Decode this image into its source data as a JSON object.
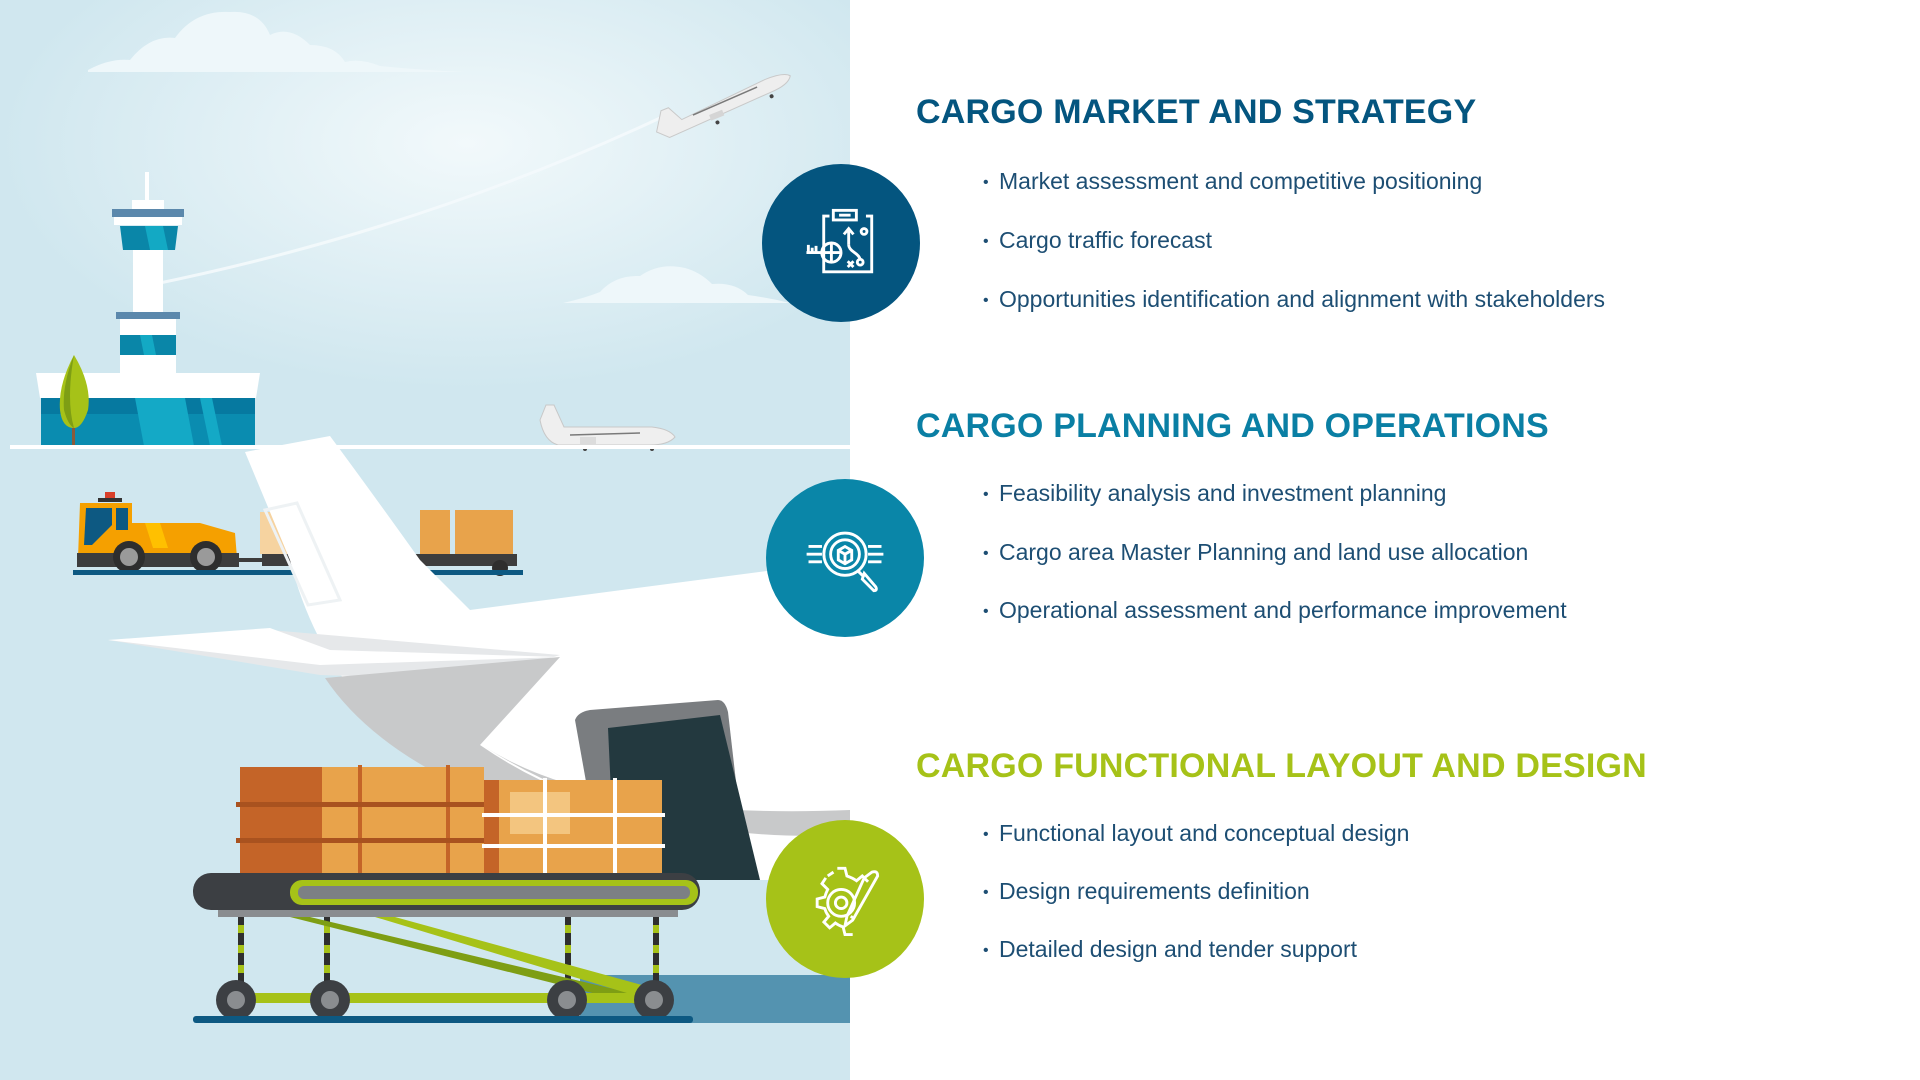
{
  "colors": {
    "sky": "#d0e8f0",
    "sky_light": "#e9f4f8",
    "navy": "#04557f",
    "teal": "#0a86a8",
    "lime": "#a6c218",
    "bullet_text": "#1d4e73",
    "panel_floor": "#5493b0"
  },
  "sections": [
    {
      "title": "CARGO MARKET AND STRATEGY",
      "icon": "clipboard-strategy-icon",
      "bullets": [
        "Market assessment and competitive positioning",
        "Cargo traffic forecast",
        "Opportunities identification and alignment with stakeholders"
      ]
    },
    {
      "title": "CARGO PLANNING AND OPERATIONS",
      "icon": "magnifier-package-icon",
      "bullets": [
        "Feasibility analysis and investment planning",
        "Cargo area Master Planning and land use allocation",
        "Operational assessment and performance improvement"
      ]
    },
    {
      "title": "CARGO FUNCTIONAL LAYOUT AND DESIGN",
      "icon": "gear-pencil-icon",
      "bullets": [
        "Functional layout and conceptual design",
        "Design requirements definition",
        "Detailed design and tender support"
      ]
    }
  ],
  "illustration": {
    "elements": [
      "control-tower",
      "terminal-building",
      "tree",
      "clouds",
      "departing-plane",
      "taxiing-plane",
      "baggage-tug",
      "cargo-trailer",
      "cargo-aircraft-tail",
      "cargo-loader",
      "cargo-boxes"
    ]
  }
}
